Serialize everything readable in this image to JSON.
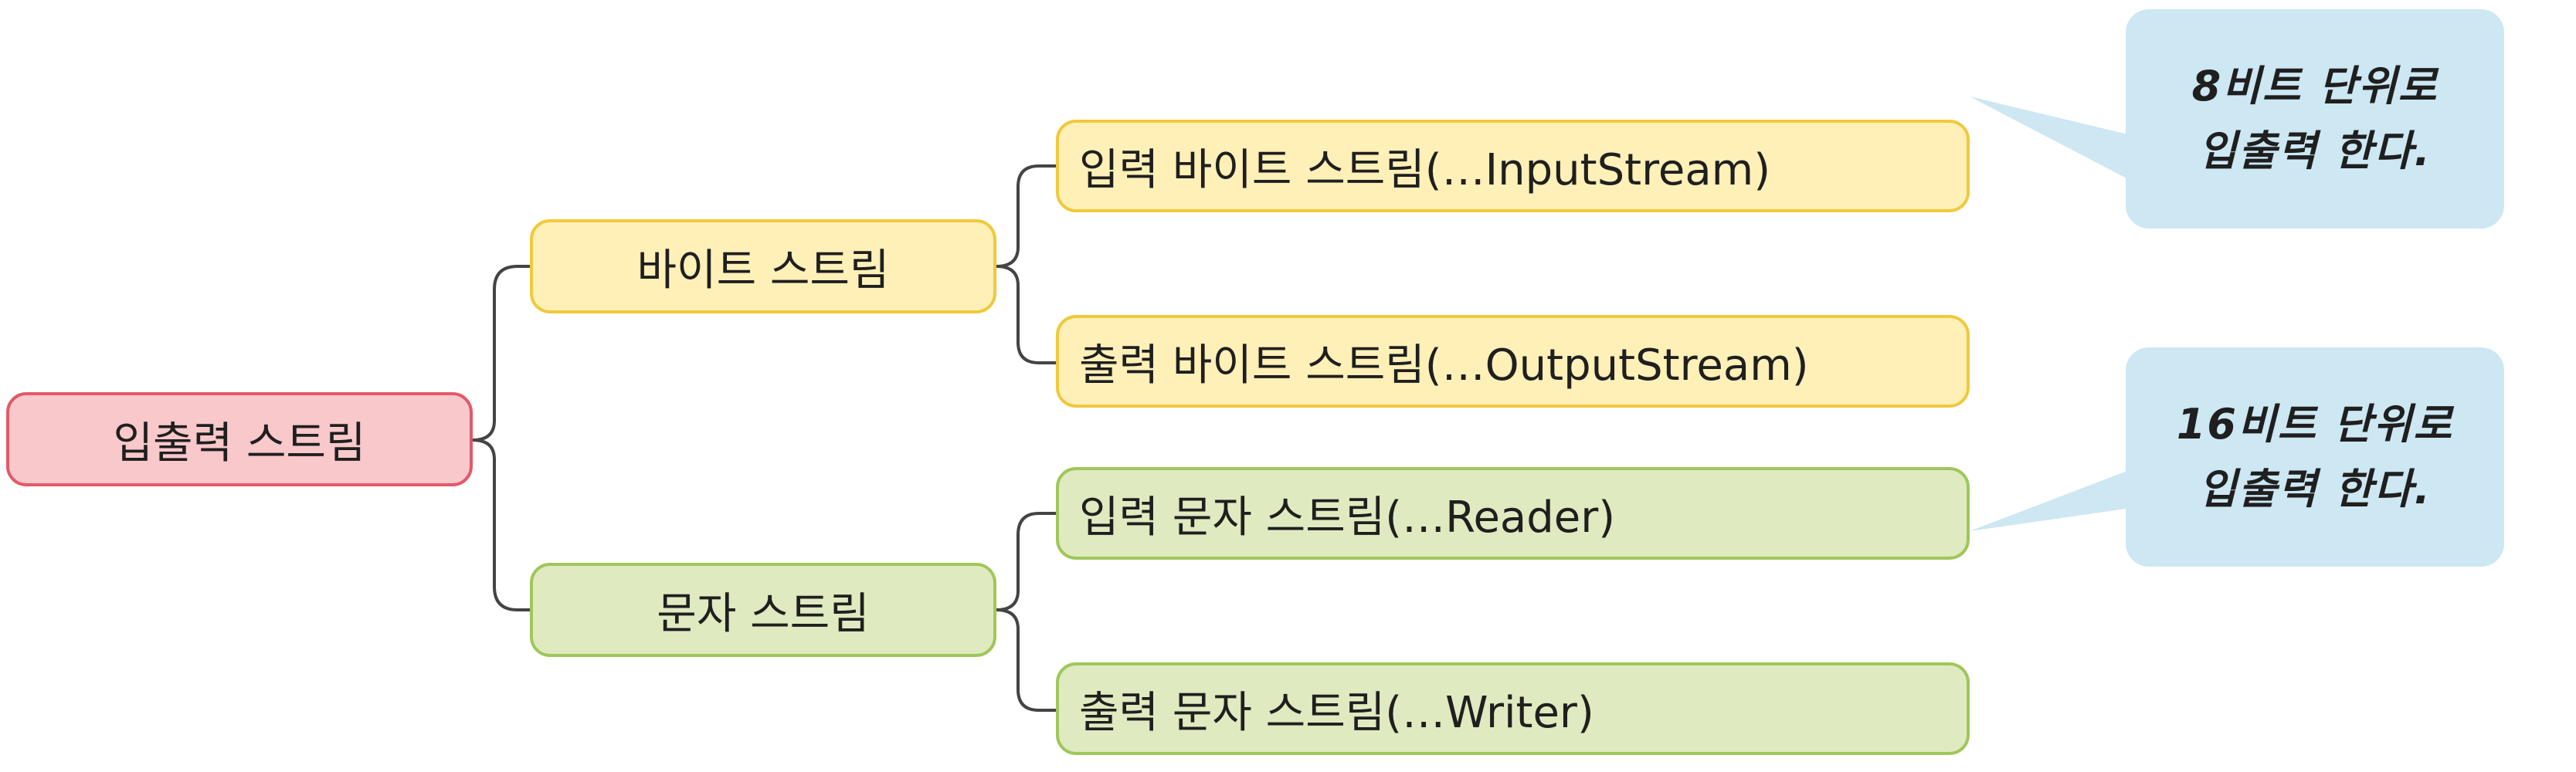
{
  "root": {
    "label": "입출력 스트림"
  },
  "groups": [
    {
      "label": "바이트 스트림",
      "children": [
        {
          "label": "입력 바이트 스트림(…InputStream)"
        },
        {
          "label": "출력 바이트 스트림(…OutputStream)"
        }
      ]
    },
    {
      "label": "문자 스트림",
      "children": [
        {
          "label": "입력 문자 스트림(…Reader)"
        },
        {
          "label": "출력 문자 스트림(…Writer)"
        }
      ]
    }
  ],
  "callouts": [
    {
      "lines": [
        "8비트 단위로",
        "입출력 한다."
      ]
    },
    {
      "lines": [
        "16비트 단위로",
        "입출력 한다."
      ]
    }
  ],
  "colors": {
    "root_fill": "#f9c8cb",
    "root_border": "#e25a69",
    "byte_fill": "#fff0b8",
    "byte_border": "#f0c93c",
    "char_fill": "#dfeac0",
    "char_border": "#9fc75a",
    "callout_fill": "#cde7f3",
    "connector": "#444444"
  }
}
